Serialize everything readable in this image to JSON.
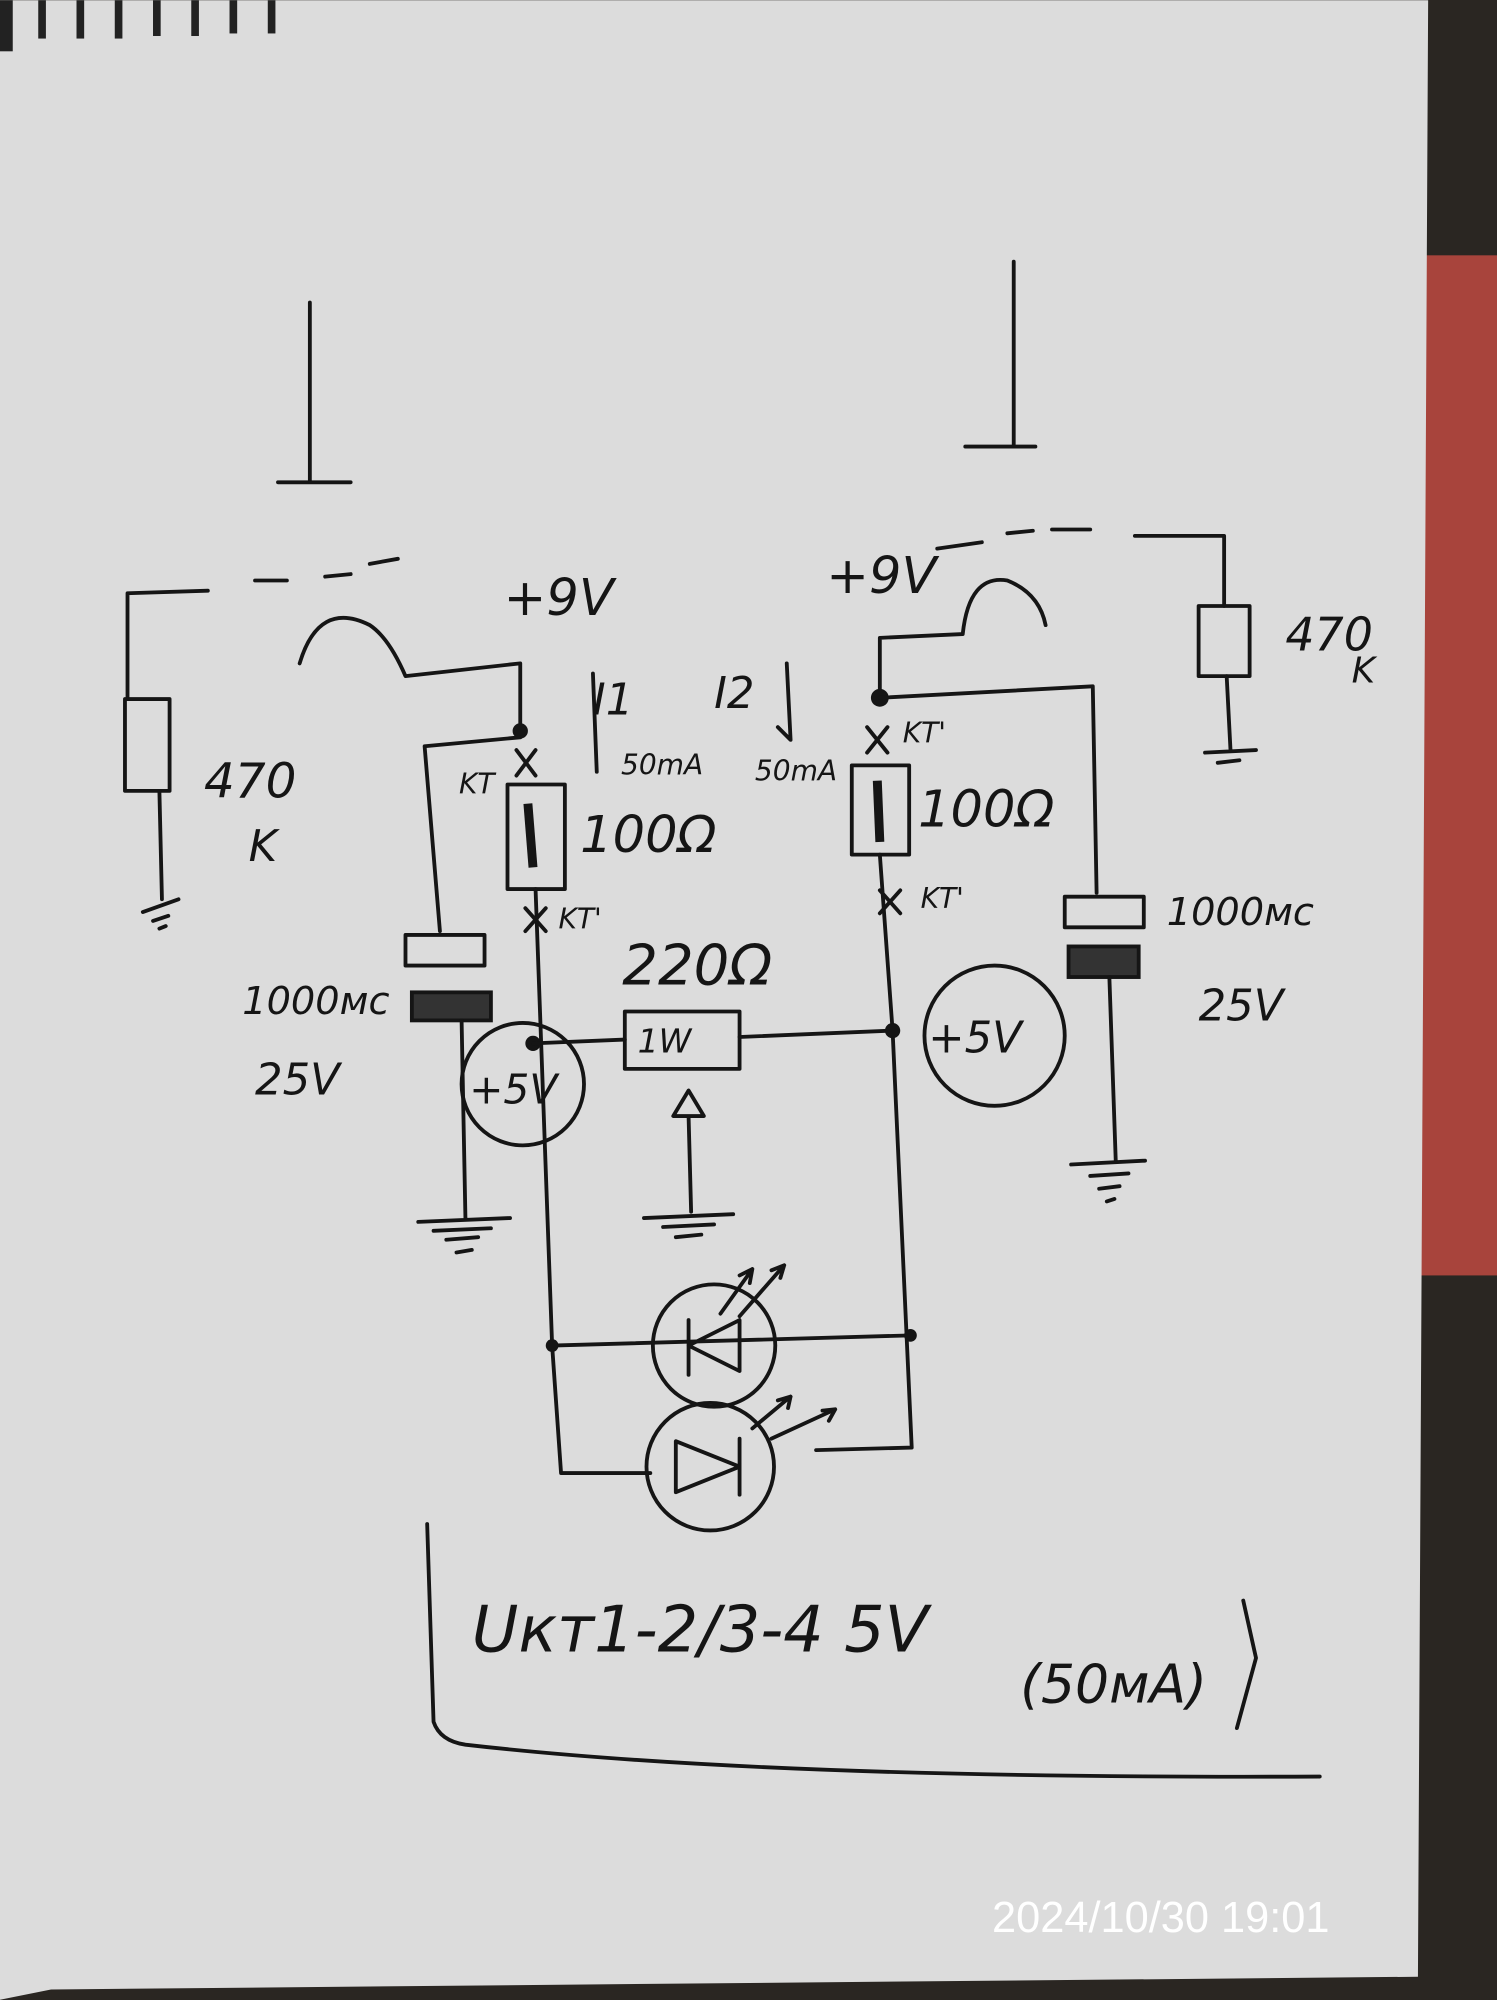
{
  "colors": {
    "paper": "#dcdcdc",
    "ink": "#151515",
    "background": "#2a2622",
    "timestamp": "#ffffff"
  },
  "diagram": {
    "supply_left": "+9V",
    "supply_right": "+9V",
    "current_1": "I1",
    "current_2": "I2",
    "current_1_value": "50mA",
    "current_2_value": "50mA",
    "resistor_left_top": {
      "value": "470",
      "unit": "K"
    },
    "resistor_right_top": {
      "value": "470",
      "unit": "K"
    },
    "resistor_left": "100Ω",
    "resistor_right": "100Ω",
    "resistor_middle": "220Ω",
    "resistor_middle_power": "1W",
    "capacitor_left": {
      "value": "1000мс",
      "voltage": "25V"
    },
    "capacitor_right": {
      "value": "1000мс",
      "voltage": "25V"
    },
    "regulator_left": "+5V",
    "regulator_right": "+5V",
    "test_points": {
      "left_top": "KT",
      "left_bottom": "KT'",
      "right_top": "KT'",
      "right_bottom": "KT'"
    },
    "note_line1": "Uкт1-2/3-4  5V",
    "note_line2": "(50мА)"
  },
  "timestamp": "2024/10/30  19:01"
}
